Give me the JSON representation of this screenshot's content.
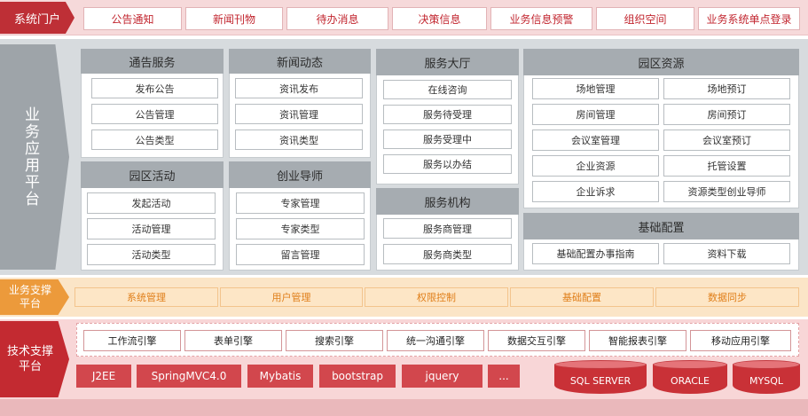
{
  "portal": {
    "label": "系统门户",
    "items": [
      "公告通知",
      "新闻刊物",
      "待办消息",
      "决策信息",
      "业务信息预警",
      "组织空间",
      "业务系统单点登录"
    ]
  },
  "biz_app": {
    "label": "业务应用平台",
    "panels": {
      "announcement": {
        "title": "通告服务",
        "items": [
          "发布公告",
          "公告管理",
          "公告类型"
        ]
      },
      "news": {
        "title": "新闻动态",
        "items": [
          "资讯发布",
          "资讯管理",
          "资讯类型"
        ]
      },
      "service_hall": {
        "title": "服务大厅",
        "items": [
          "在线咨询",
          "服务待受理",
          "服务受理中",
          "服务以办结"
        ]
      },
      "park_resources": {
        "title": "园区资源",
        "items": [
          "场地管理",
          "场地预订",
          "房间管理",
          "房间预订",
          "会议室管理",
          "会议室预订",
          "企业资源",
          "托管设置",
          "企业诉求",
          "资源类型创业导师"
        ]
      },
      "park_activity": {
        "title": "园区活动",
        "items": [
          "发起活动",
          "活动管理",
          "活动类型"
        ]
      },
      "startup_mentor": {
        "title": "创业导师",
        "items": [
          "专家管理",
          "专家类型",
          "留言管理"
        ]
      },
      "service_org": {
        "title": "服务机构",
        "items": [
          "服务商管理",
          "服务商类型"
        ]
      },
      "base_config": {
        "title": "基础配置",
        "items": [
          "基础配置办事指南",
          "资料下载"
        ]
      }
    }
  },
  "biz_support": {
    "label": "业务支撑平台",
    "items": [
      "系统管理",
      "用户管理",
      "权限控制",
      "基础配置",
      "数据同步"
    ]
  },
  "tech_support": {
    "label": "技术支撑平台",
    "engines": [
      "工作流引擎",
      "表单引擎",
      "搜索引擎",
      "统一沟通引擎",
      "数据交互引擎",
      "智能报表引擎",
      "移动应用引擎"
    ],
    "techs": [
      "J2EE",
      "SpringMVC4.0",
      "Mybatis",
      "bootstrap",
      "jquery",
      "..."
    ],
    "databases": [
      "SQL SERVER",
      "ORACLE",
      "MYSQL"
    ]
  },
  "colors": {
    "portal": "#be2f36",
    "biz_app": "#9ea4a9",
    "biz_support": "#ec9a3b",
    "tech_support": "#c32a31"
  }
}
